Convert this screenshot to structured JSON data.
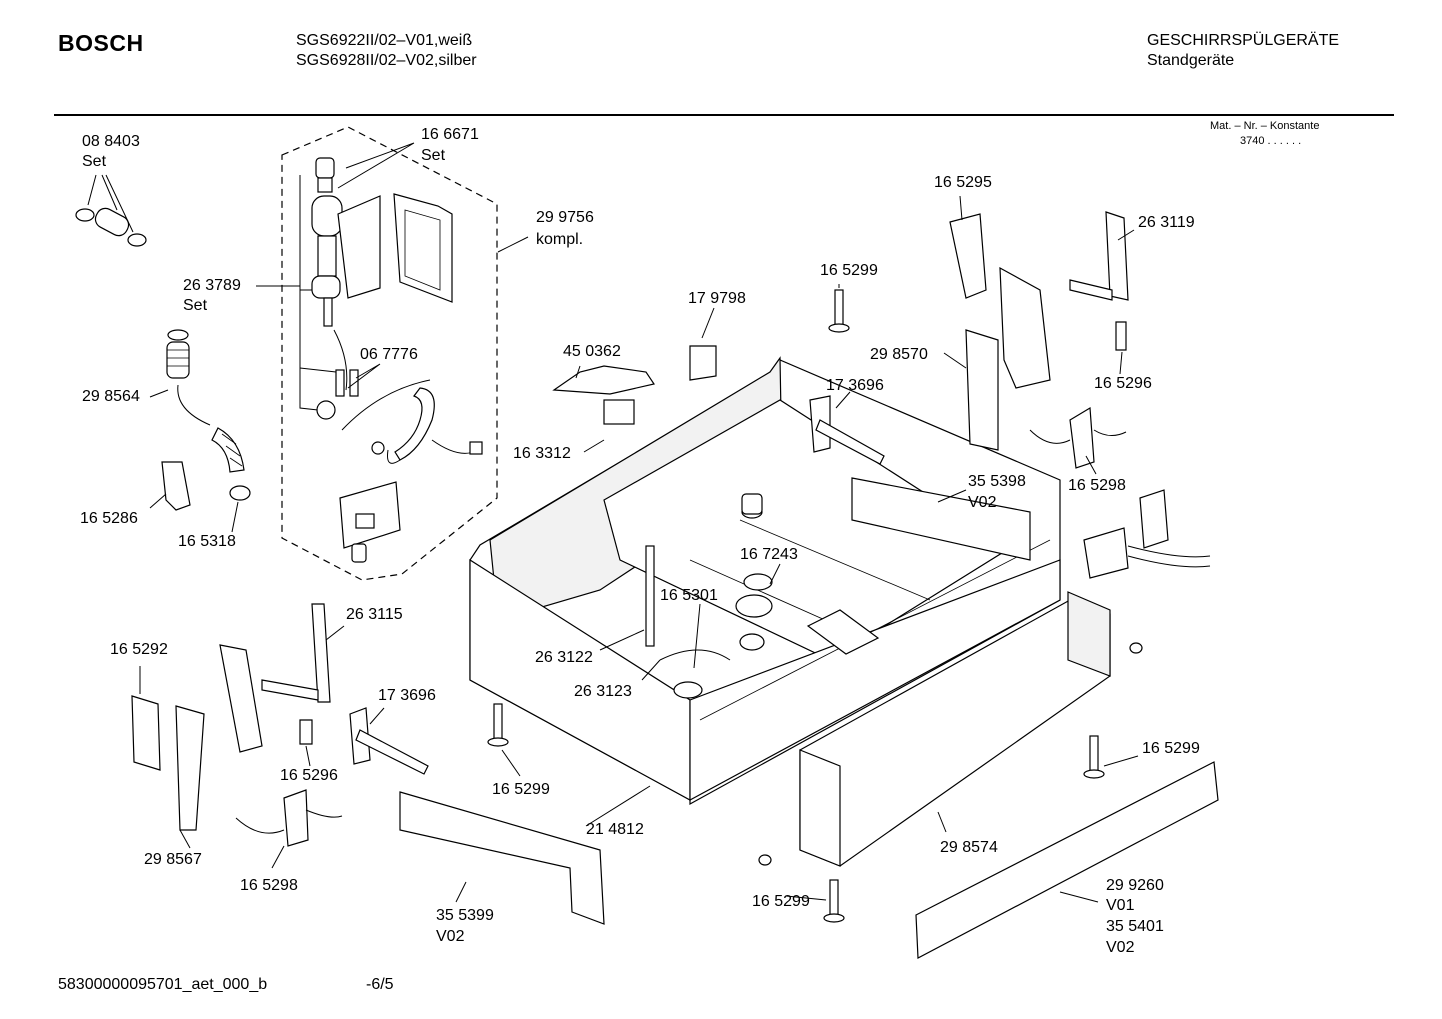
{
  "header": {
    "brand": "BOSCH",
    "models": [
      "SGS6922II/02–V01,weiß",
      "SGS6928II/02–V02,silber"
    ],
    "category": "GESCHIRRSPÜLGERÄTE",
    "subcategory": "Standgeräte",
    "mat_line1": "Mat. – Nr. – Konstante",
    "mat_line2": "3740  .  .  .  .  .  ."
  },
  "footer": {
    "doc_id": "58300000095701_aet_000_b",
    "page": "-6/5"
  },
  "labels": [
    {
      "id": "p088403a",
      "text": "08 8403"
    },
    {
      "id": "p088403b",
      "text": "Set"
    },
    {
      "id": "p166671a",
      "text": "16 6671"
    },
    {
      "id": "p166671b",
      "text": "Set"
    },
    {
      "id": "p299756a",
      "text": "29 9756"
    },
    {
      "id": "p299756b",
      "text": "kompl."
    },
    {
      "id": "p263789a",
      "text": "26 3789"
    },
    {
      "id": "p263789b",
      "text": "Set"
    },
    {
      "id": "p067776",
      "text": "06 7776"
    },
    {
      "id": "p298564",
      "text": "29 8564"
    },
    {
      "id": "p165286",
      "text": "16 5286"
    },
    {
      "id": "p165318",
      "text": "16 5318"
    },
    {
      "id": "p450362",
      "text": "45 0362"
    },
    {
      "id": "p163312",
      "text": "16 3312"
    },
    {
      "id": "p179798",
      "text": "17 9798"
    },
    {
      "id": "p165299a",
      "text": "16 5299"
    },
    {
      "id": "p165295",
      "text": "16 5295"
    },
    {
      "id": "p263119",
      "text": "26 3119"
    },
    {
      "id": "p298570",
      "text": "29 8570"
    },
    {
      "id": "p173696a",
      "text": "17 3696"
    },
    {
      "id": "p165296a",
      "text": "16 5296"
    },
    {
      "id": "p165298a",
      "text": "16 5298"
    },
    {
      "id": "p355398a",
      "text": "35 5398"
    },
    {
      "id": "p355398b",
      "text": "V02"
    },
    {
      "id": "p167243",
      "text": "16 7243"
    },
    {
      "id": "p165301",
      "text": "16 5301"
    },
    {
      "id": "p263122",
      "text": "26 3122"
    },
    {
      "id": "p263123",
      "text": "26 3123"
    },
    {
      "id": "p263115",
      "text": "26 3115"
    },
    {
      "id": "p165292",
      "text": "16 5292"
    },
    {
      "id": "p173696b",
      "text": "17 3696"
    },
    {
      "id": "p165296b",
      "text": "16 5296"
    },
    {
      "id": "p165299b",
      "text": "16 5299"
    },
    {
      "id": "p298567",
      "text": "29 8567"
    },
    {
      "id": "p165298b",
      "text": "16 5298"
    },
    {
      "id": "p214812",
      "text": "21 4812"
    },
    {
      "id": "p355399a",
      "text": "35 5399"
    },
    {
      "id": "p355399b",
      "text": "V02"
    },
    {
      "id": "p165299c",
      "text": "16 5299"
    },
    {
      "id": "p298574",
      "text": "29 8574"
    },
    {
      "id": "p165299d",
      "text": "16 5299"
    },
    {
      "id": "p299260a",
      "text": "29 9260"
    },
    {
      "id": "p299260b",
      "text": "V01"
    },
    {
      "id": "p355401a",
      "text": "35 5401"
    },
    {
      "id": "p355401b",
      "text": "V02"
    }
  ]
}
